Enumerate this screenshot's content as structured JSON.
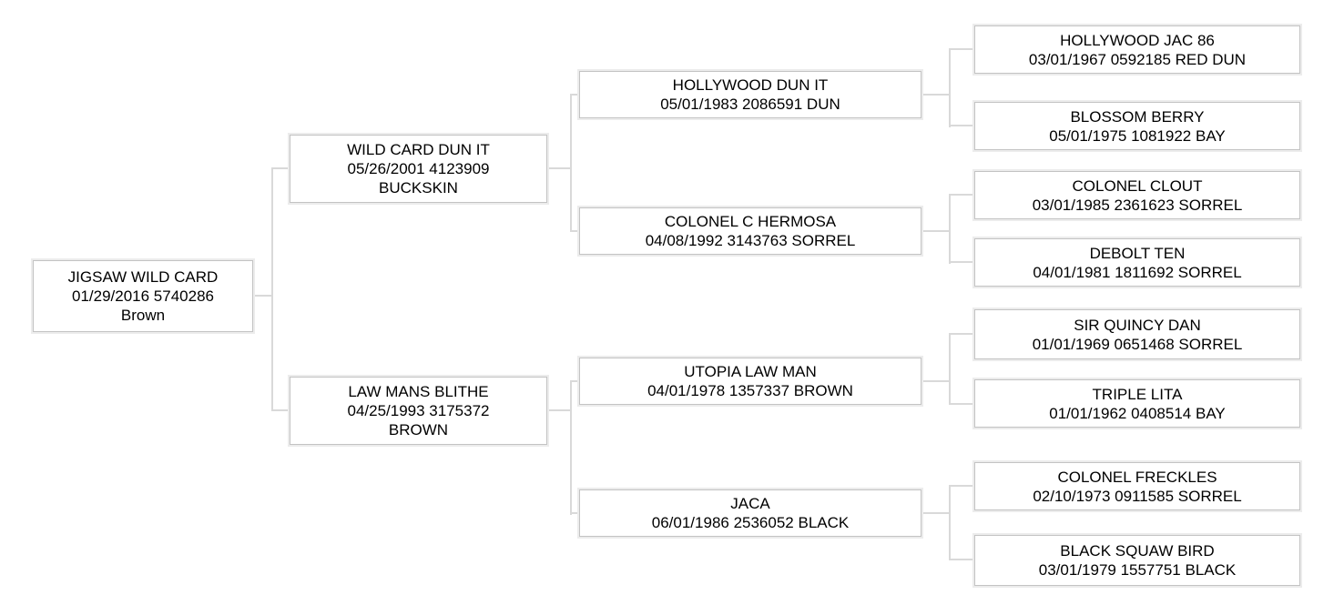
{
  "diagram": {
    "type": "pedigree-tree",
    "colors": {
      "background": "#ffffff",
      "box_border": "#c3c3c3",
      "connector_line": "#d9d9d9",
      "text": "#000000"
    }
  },
  "nodes": {
    "root": {
      "line1": "JIGSAW WILD CARD",
      "line2": "01/29/2016 5740286",
      "line3": "Brown"
    },
    "sire": {
      "line1": "WILD CARD DUN IT",
      "line2": "05/26/2001 4123909",
      "line3": "BUCKSKIN"
    },
    "dam": {
      "line1": "LAW MANS BLITHE",
      "line2": "04/25/1993 3175372",
      "line3": "BROWN"
    },
    "ss": {
      "line1": "HOLLYWOOD DUN IT",
      "line2": "05/01/1983 2086591 DUN"
    },
    "sd": {
      "line1": "COLONEL C HERMOSA",
      "line2": "04/08/1992 3143763 SORREL"
    },
    "ds": {
      "line1": "UTOPIA LAW MAN",
      "line2": "04/01/1978 1357337 BROWN"
    },
    "dd": {
      "line1": "JACA",
      "line2": "06/01/1986 2536052 BLACK"
    },
    "sss": {
      "line1": "HOLLYWOOD JAC 86",
      "line2": "03/01/1967 0592185 RED DUN"
    },
    "ssd": {
      "line1": "BLOSSOM BERRY",
      "line2": "05/01/1975 1081922 BAY"
    },
    "sds": {
      "line1": "COLONEL CLOUT",
      "line2": "03/01/1985 2361623 SORREL"
    },
    "sdd": {
      "line1": "DEBOLT TEN",
      "line2": "04/01/1981 1811692 SORREL"
    },
    "dss": {
      "line1": "SIR QUINCY DAN",
      "line2": "01/01/1969 0651468 SORREL"
    },
    "dsd": {
      "line1": "TRIPLE LITA",
      "line2": "01/01/1962 0408514 BAY"
    },
    "dds": {
      "line1": "COLONEL FRECKLES",
      "line2": "02/10/1973 0911585 SORREL"
    },
    "ddd": {
      "line1": "BLACK SQUAW BIRD",
      "line2": "03/01/1979 1557751 BLACK"
    }
  }
}
